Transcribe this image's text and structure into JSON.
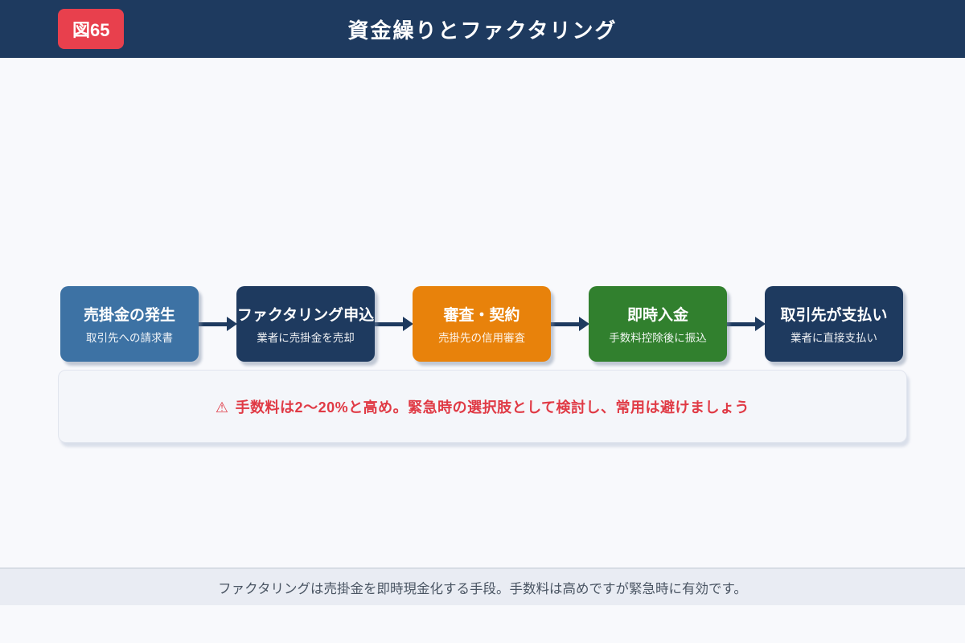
{
  "header": {
    "badge": "図65",
    "title": "資金繰りとファクタリング"
  },
  "flow": {
    "steps": [
      {
        "title": "売掛金の発生",
        "subtitle": "取引先への請求書",
        "color": "#3d72a4"
      },
      {
        "title": "ファクタリング申込",
        "subtitle": "業者に売掛金を売却",
        "color": "#1e3a5f"
      },
      {
        "title": "審査・契約",
        "subtitle": "売掛先の信用審査",
        "color": "#e8820b"
      },
      {
        "title": "即時入金",
        "subtitle": "手数料控除後に振込",
        "color": "#31802e"
      },
      {
        "title": "取引先が支払い",
        "subtitle": "業者に直接支払い",
        "color": "#1e3a5f"
      }
    ],
    "arrow_color": "#1e3a5f"
  },
  "warning": {
    "icon": "⚠",
    "text": "手数料は2〜20%と高め。緊急時の選択肢として検討し、常用は避けましょう",
    "color": "#e03a45"
  },
  "footer": {
    "text": "ファクタリングは売掛金を即時現金化する手段。手数料は高めですが緊急時に有効です。"
  },
  "colors": {
    "header_bg": "#1e3a5f",
    "badge_bg": "#e8404d",
    "page_bg": "#f8f9fc",
    "footer_bg": "#e9ecf3",
    "warning_box_bg": "#f4f6fa"
  }
}
